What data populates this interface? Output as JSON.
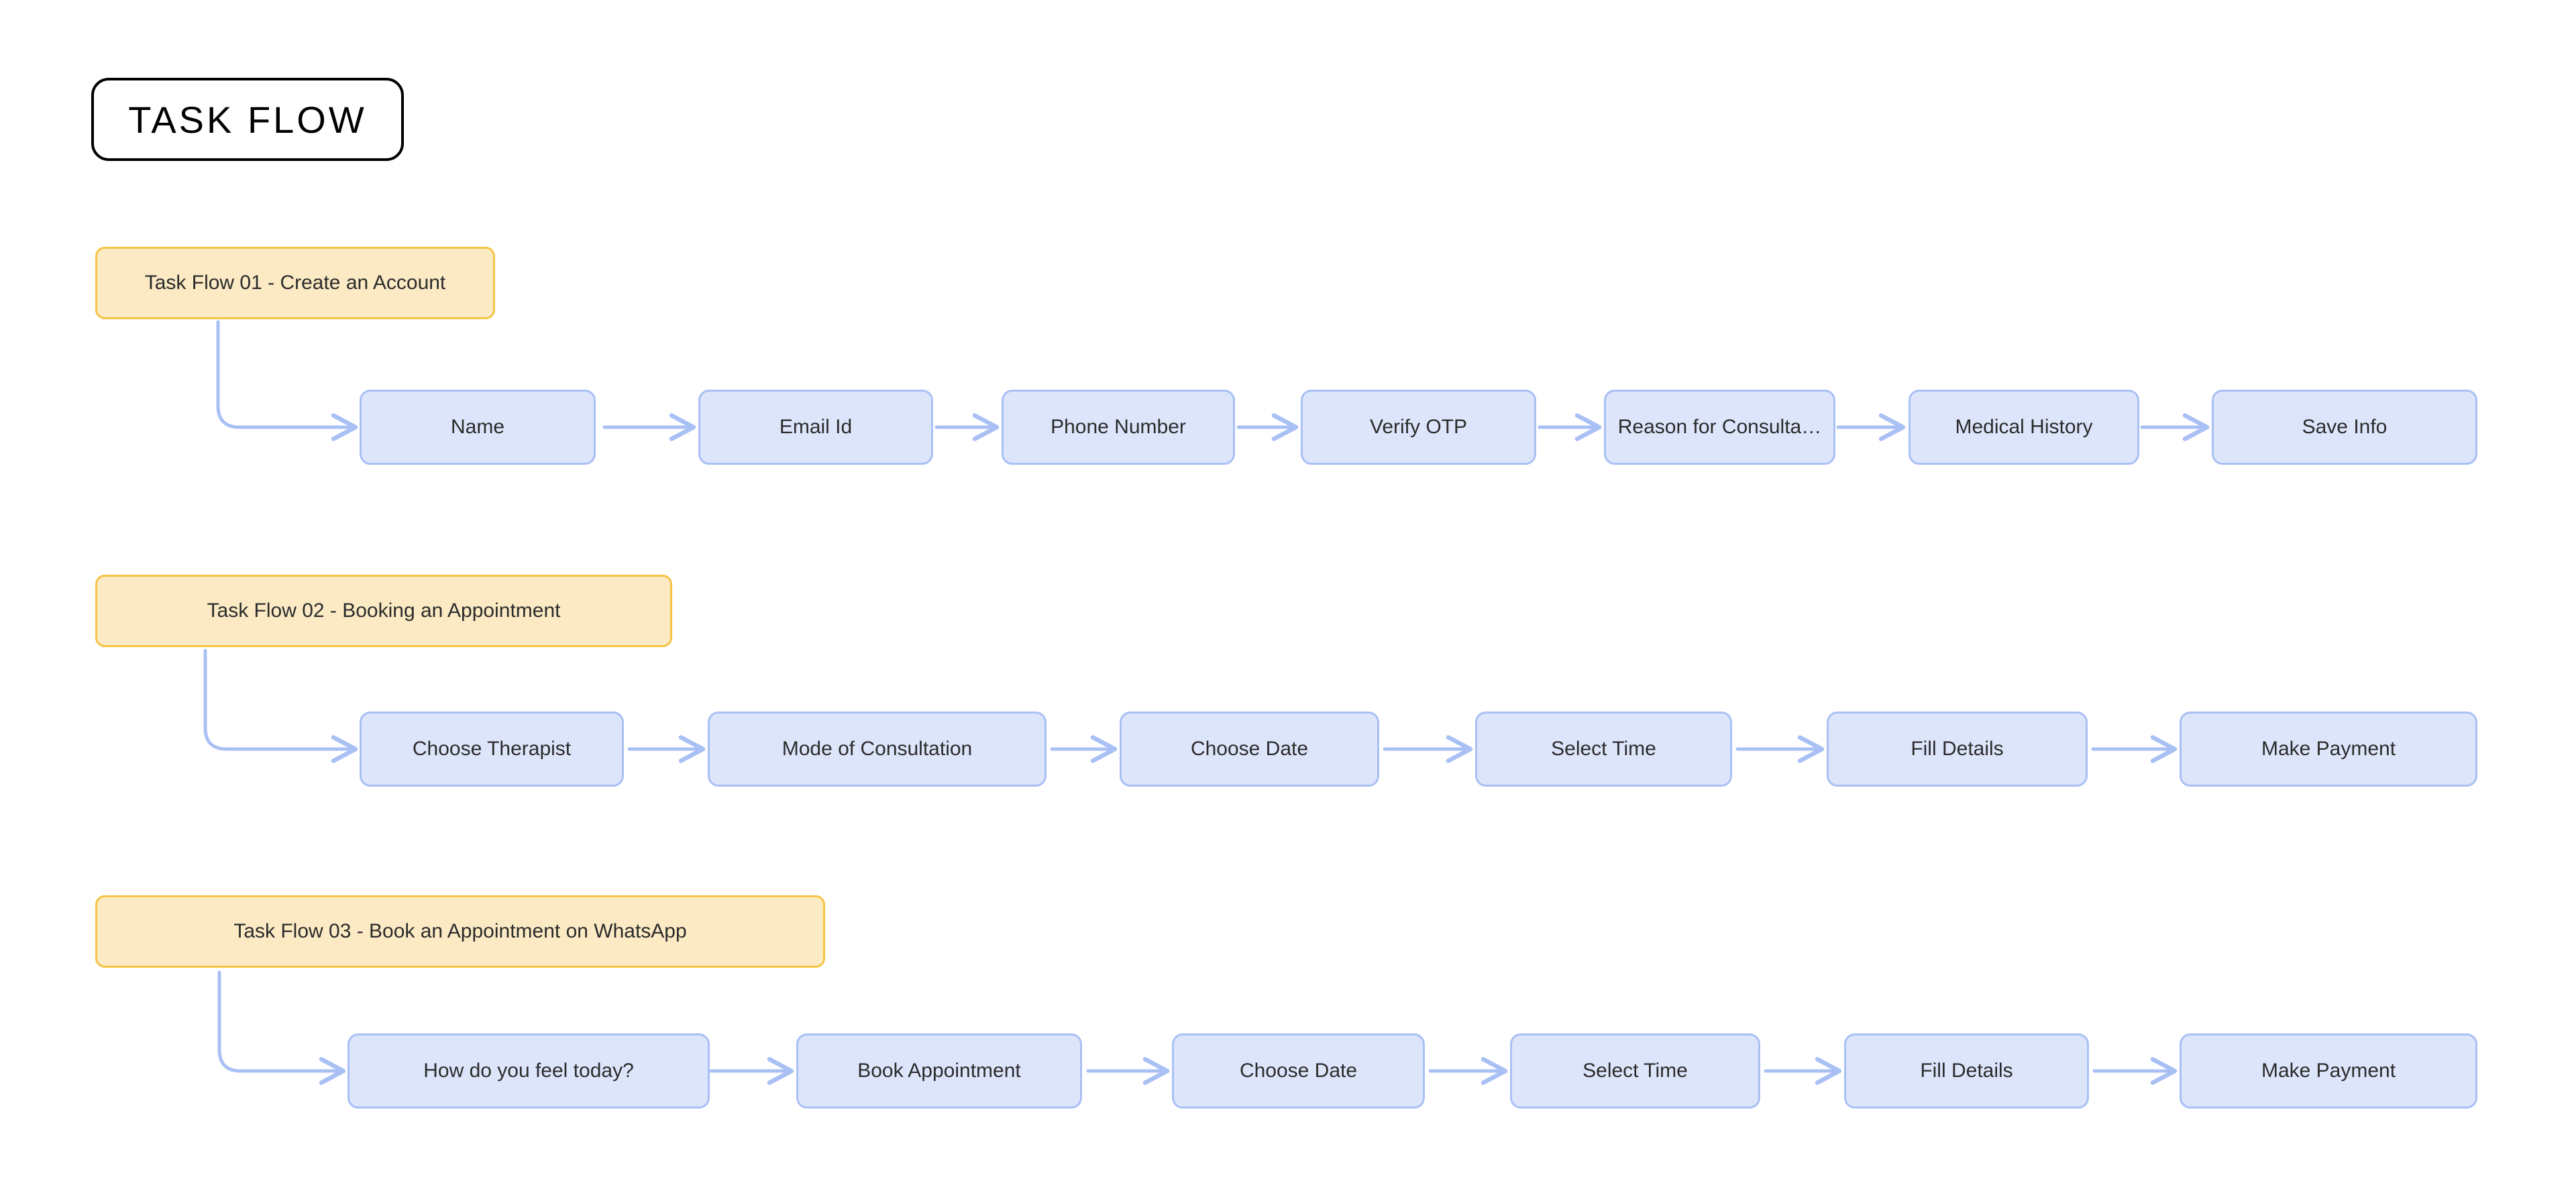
{
  "page": {
    "title_badge": "TASK FLOW",
    "background_color": "#ffffff",
    "accent_yellow_fill": "#fbeac4",
    "accent_yellow_border": "#f5c444",
    "accent_blue_fill": "#dde5fb",
    "accent_blue_border": "#a9c0f5",
    "text_color": "#2b2b2b"
  },
  "flows": [
    {
      "header": "Task Flow 01 - Create an Account",
      "steps": [
        {
          "label": "Name"
        },
        {
          "label": "Email Id"
        },
        {
          "label": "Phone Number"
        },
        {
          "label": "Verify OTP"
        },
        {
          "label": "Reason for Consulta…"
        },
        {
          "label": "Medical History"
        },
        {
          "label": "Save Info"
        }
      ]
    },
    {
      "header": "Task Flow 02 - Booking an Appointment",
      "steps": [
        {
          "label": "Choose Therapist"
        },
        {
          "label": "Mode of Consultation"
        },
        {
          "label": "Choose Date"
        },
        {
          "label": "Select Time"
        },
        {
          "label": "Fill Details"
        },
        {
          "label": "Make Payment"
        }
      ]
    },
    {
      "header": "Task Flow 03 - Book an Appointment on WhatsApp",
      "steps": [
        {
          "label": "How do you feel today?"
        },
        {
          "label": "Book Appointment"
        },
        {
          "label": "Choose Date"
        },
        {
          "label": "Select Time"
        },
        {
          "label": "Fill Details"
        },
        {
          "label": "Make Payment"
        }
      ]
    }
  ]
}
